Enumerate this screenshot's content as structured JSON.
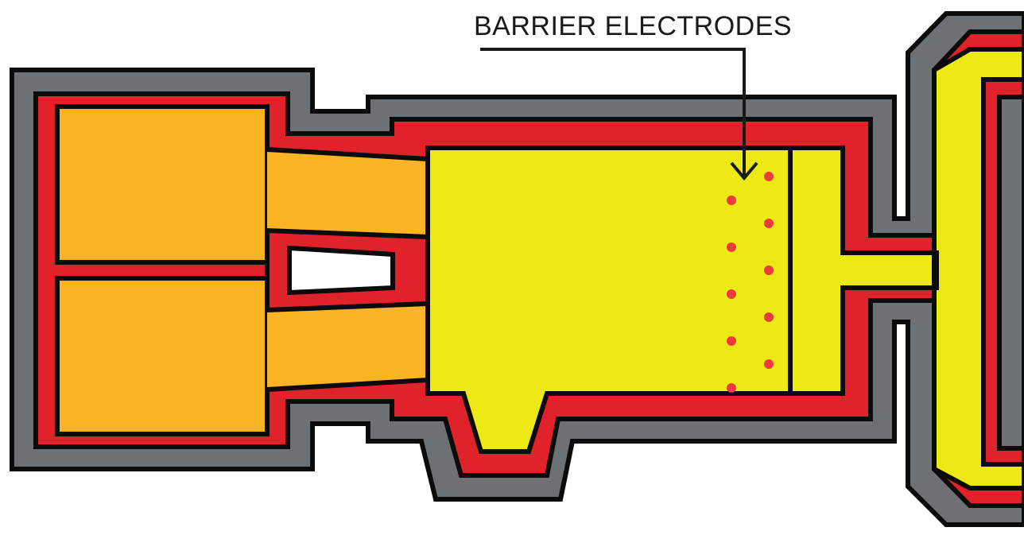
{
  "annotation": {
    "label": "BARRIER ELECTRODES"
  },
  "colors": {
    "outer_casing": "#6e7173",
    "casing_layer": "#e0222a",
    "chamber_orange": "#fbb424",
    "chamber_yellow": "#ece914",
    "electrode": "#ee3a3a",
    "outline": "#0b0b0b",
    "opening": "#ffffff"
  },
  "electrodes": {
    "left_column_count": 5,
    "right_column_count": 5
  }
}
